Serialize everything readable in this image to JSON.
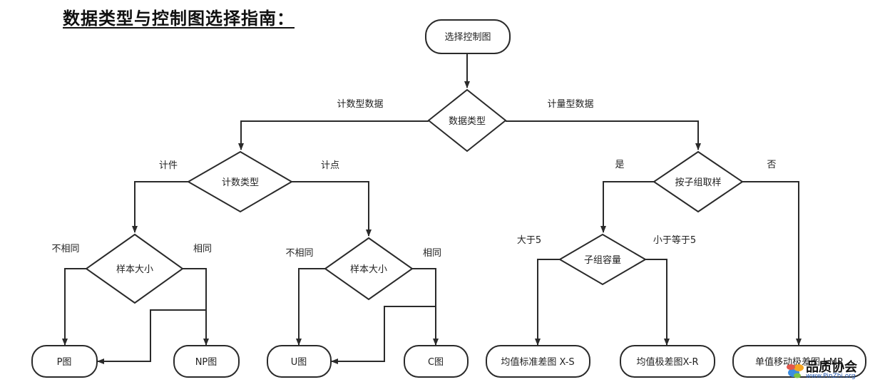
{
  "title": "数据类型与控制图选择指南：",
  "nodes": {
    "start": "选择控制图",
    "data_type": "数据类型",
    "count_type": "计数类型",
    "sample_size_left": "样本大小",
    "sample_size_mid": "样本大小",
    "by_subgroup": "按子组取样",
    "subgroup_size": "子组容量",
    "p_chart": "P图",
    "np_chart": "NP图",
    "u_chart": "U图",
    "c_chart": "C图",
    "xs_chart": "均值标准差图 X-S",
    "xr_chart": "均值极差图X-R",
    "imr_chart": "单值移动极差图 I-MR"
  },
  "edge_labels": {
    "attribute_data": "计数型数据",
    "variable_data": "计量型数据",
    "defectives": "计件",
    "defects": "计点",
    "yes": "是",
    "no": "否",
    "left_different": "不相同",
    "left_same": "相同",
    "mid_different": "不相同",
    "mid_same": "相同",
    "greater_than_5": "大于5",
    "less_equal_5": "小于等于5"
  },
  "watermark": {
    "name": "品质协会",
    "url": "www.PinZhi.org"
  }
}
